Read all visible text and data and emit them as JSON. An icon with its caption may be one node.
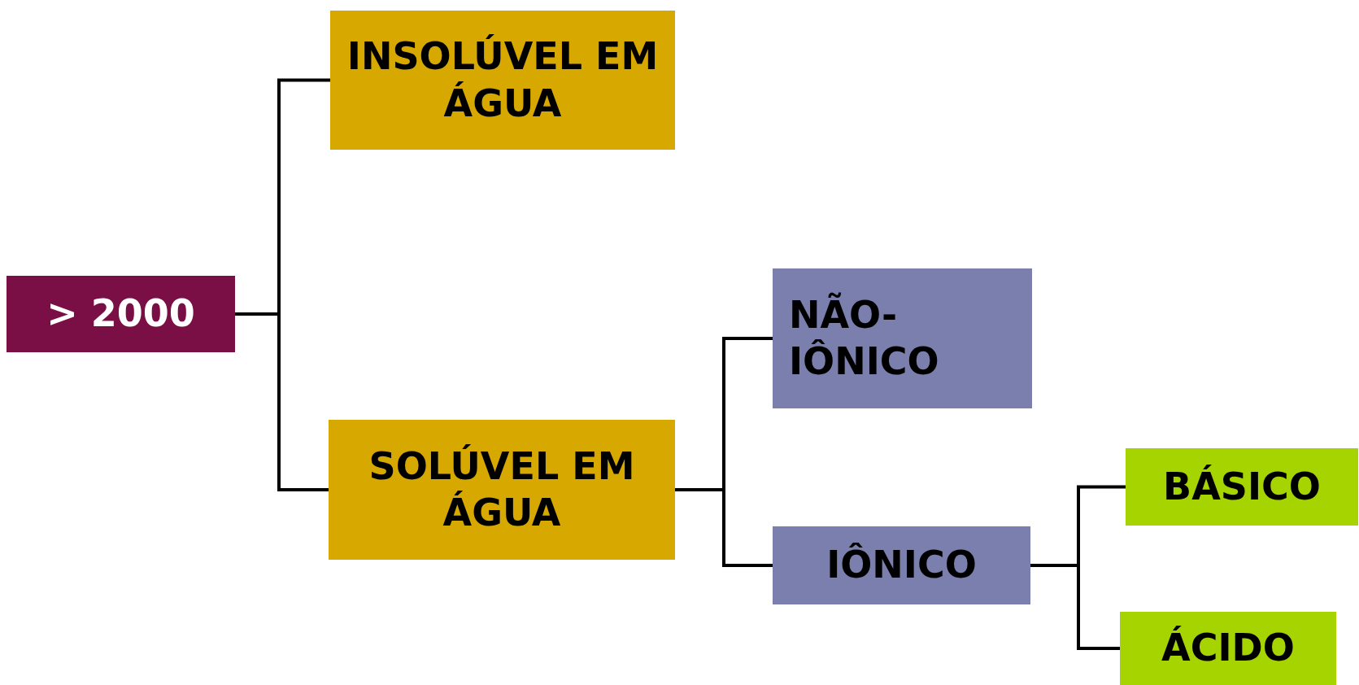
{
  "diagram": {
    "nodes": [
      {
        "text": [
          "> 2000"
        ]
      },
      {
        "text": [
          "INSOLÚVEL EM ÁGUA"
        ]
      },
      {
        "text": [
          "SOLÚVEL EM ÁGUA"
        ]
      },
      {
        "text": [
          "NÃO-IÔNICO"
        ]
      },
      {
        "text": [
          "IÔNICO"
        ]
      },
      {
        "text": [
          "BÁSICO"
        ]
      },
      {
        "text": [
          "ÁCIDO"
        ]
      }
    ],
    "edges": [
      {
        "from": 0,
        "to": 1,
        "arrow": "none"
      },
      {
        "from": 0,
        "to": 2,
        "arrow": "none"
      },
      {
        "from": 2,
        "to": 3,
        "arrow": "none"
      },
      {
        "from": 2,
        "to": 4,
        "arrow": "none"
      },
      {
        "from": 4,
        "to": 5,
        "arrow": "none"
      },
      {
        "from": 4,
        "to": 6,
        "arrow": "none"
      }
    ]
  }
}
